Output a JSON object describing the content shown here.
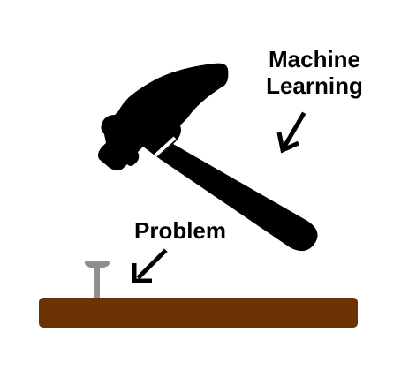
{
  "labels": {
    "ml_line1": "Machine",
    "ml_line2": "Learning",
    "problem": "Problem"
  },
  "colors": {
    "hammer": "#000000",
    "board": "#6b3204",
    "nail": "#8e8e8e",
    "text": "#000000",
    "arrow": "#000000"
  },
  "icons": {
    "hammer": "hammer-icon",
    "nail": "nail-icon",
    "board": "wooden-board"
  }
}
